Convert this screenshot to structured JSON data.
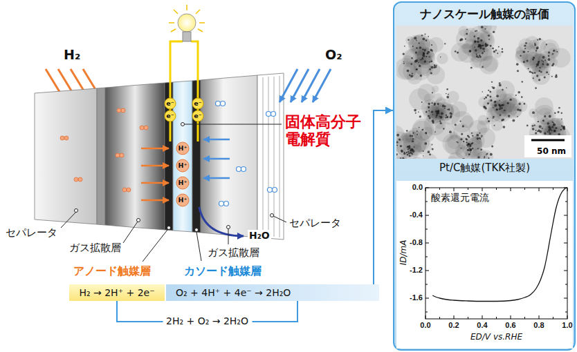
{
  "diagram": {
    "nodes": [
      {
        "text": [
          "H₂ → 2H⁺ + 2e⁻"
        ]
      },
      {
        "text": [
          "O₂ + 4H⁺ + 4e⁻ → 2H₂O"
        ]
      },
      {
        "text": [
          "ナノスケール触媒の評価"
        ]
      },
      {
        "text": [
          "50 nm"
        ],
        "in": 2
      },
      {
        "text": [
          "酸素還元電流"
        ],
        "in": 2
      }
    ],
    "edges": [
      {
        "from": 0,
        "to": 1,
        "arrow": "none",
        "label": "2H₂ + O₂ → 2H₂O"
      },
      {
        "from": 1,
        "to": 2,
        "arrow": "to"
      }
    ],
    "labels": [
      "H₂",
      "O₂",
      "e⁻",
      "e⁻",
      "e⁻",
      "e⁻",
      "固体高分子 電解質",
      "H⁺",
      "H⁺",
      "H⁺",
      "H⁺",
      "セパレータ",
      "ガス拡散層",
      "H₂O",
      "セパレータ",
      "ガス拡散層",
      "アノード触媒層",
      "カソード触媒層",
      "Pt/C触媒(TKK社製)",
      "ID/mA",
      "0.0",
      "-0.4",
      "-0.8",
      "-1.2",
      "-1.6",
      "0.0",
      "0.2",
      "0.4",
      "0.6",
      "0.8",
      "1.0",
      "ED/V vs.RHE"
    ]
  }
}
